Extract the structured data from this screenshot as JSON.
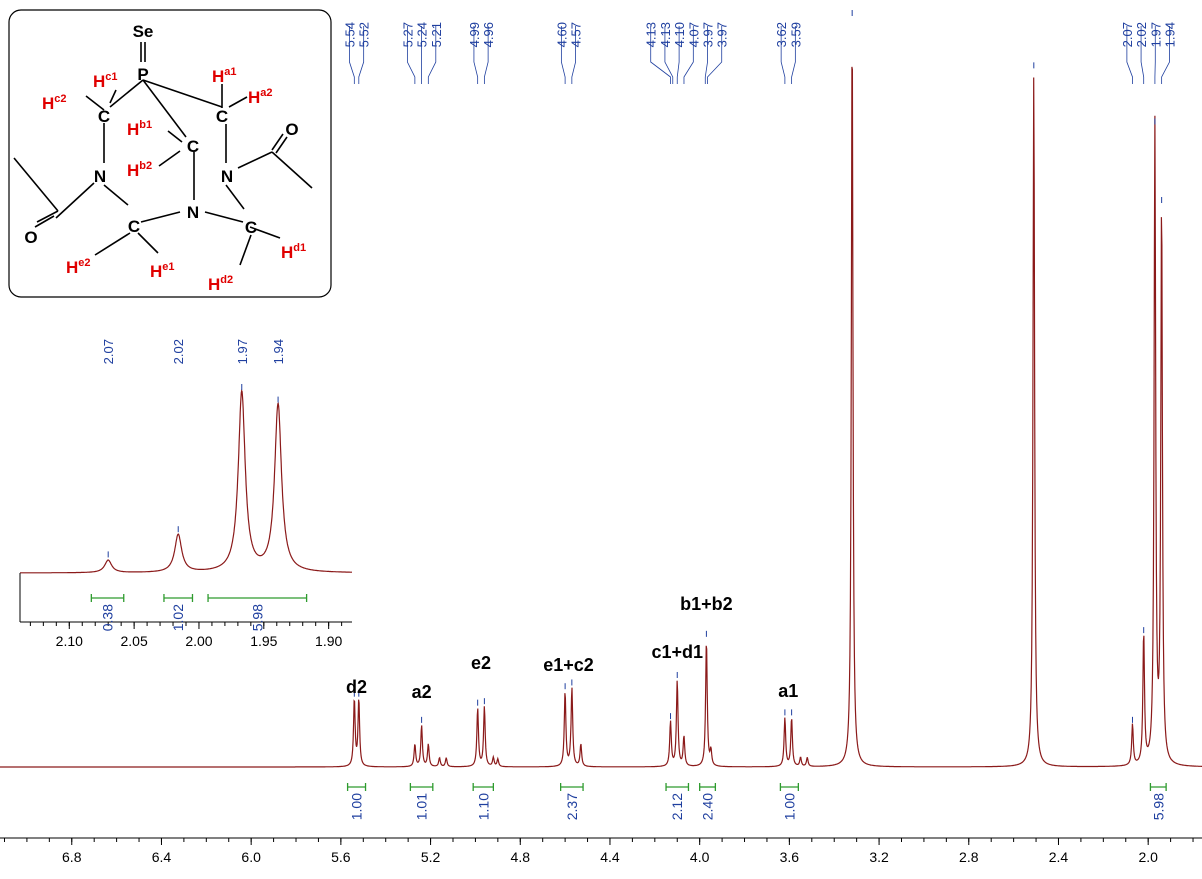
{
  "colors": {
    "spectrum": "#8b1a1a",
    "peak_labels": "#1f3f9f",
    "integrals": "#2e9b2e",
    "hydrogen": "#e00000"
  },
  "structure": {
    "atoms": {
      "se": "Se",
      "p": "P",
      "c_a": "C",
      "c_b": "C",
      "c_c": "C",
      "c_d": "C",
      "c_e": "C",
      "n_left": "N",
      "n_mid": "N",
      "n_right": "N",
      "o_left": "O",
      "o_right": "O"
    },
    "hydrogens": {
      "a1": {
        "h": "H",
        "sup": "a1"
      },
      "a2": {
        "h": "H",
        "sup": "a2"
      },
      "b1": {
        "h": "H",
        "sup": "b1"
      },
      "b2": {
        "h": "H",
        "sup": "b2"
      },
      "c1": {
        "h": "H",
        "sup": "c1"
      },
      "c2": {
        "h": "H",
        "sup": "c2"
      },
      "d1": {
        "h": "H",
        "sup": "d1"
      },
      "d2": {
        "h": "H",
        "sup": "d2"
      },
      "e1": {
        "h": "H",
        "sup": "e1"
      },
      "e2": {
        "h": "H",
        "sup": "e2"
      }
    }
  },
  "chart_data": [
    {
      "type": "line",
      "id": "main-spectrum",
      "title": "",
      "xlabel": "",
      "ylabel": "",
      "xlim": [
        7.12,
        1.76
      ],
      "x_reversed": true,
      "x_ticks": [
        "6.8",
        "6.4",
        "6.0",
        "5.6",
        "5.2",
        "4.8",
        "4.4",
        "4.0",
        "3.6",
        "3.2",
        "2.8",
        "2.4",
        "2.0"
      ],
      "x_tick_values": [
        6.8,
        6.4,
        6.0,
        5.6,
        5.2,
        4.8,
        4.4,
        4.0,
        3.6,
        3.2,
        2.8,
        2.4,
        2.0
      ],
      "grid": false,
      "peaks": [
        {
          "ppm": 5.54,
          "height": 0.09
        },
        {
          "ppm": 5.52,
          "height": 0.09
        },
        {
          "ppm": 5.27,
          "height": 0.03
        },
        {
          "ppm": 5.24,
          "height": 0.055
        },
        {
          "ppm": 5.21,
          "height": 0.03
        },
        {
          "ppm": 5.16,
          "height": 0.012
        },
        {
          "ppm": 5.13,
          "height": 0.012
        },
        {
          "ppm": 4.99,
          "height": 0.078
        },
        {
          "ppm": 4.96,
          "height": 0.08
        },
        {
          "ppm": 4.92,
          "height": 0.012
        },
        {
          "ppm": 4.9,
          "height": 0.01
        },
        {
          "ppm": 4.6,
          "height": 0.1
        },
        {
          "ppm": 4.57,
          "height": 0.105
        },
        {
          "ppm": 4.53,
          "height": 0.03
        },
        {
          "ppm": 4.13,
          "height": 0.06
        },
        {
          "ppm": 4.1,
          "height": 0.115
        },
        {
          "ppm": 4.07,
          "height": 0.04
        },
        {
          "ppm": 3.97,
          "height": 0.17
        },
        {
          "ppm": 3.95,
          "height": 0.02
        },
        {
          "ppm": 3.62,
          "height": 0.065
        },
        {
          "ppm": 3.59,
          "height": 0.065
        },
        {
          "ppm": 3.55,
          "height": 0.012
        },
        {
          "ppm": 3.52,
          "height": 0.012
        },
        {
          "ppm": 3.32,
          "height": 1.0
        },
        {
          "ppm": 2.51,
          "height": 0.93
        },
        {
          "ppm": 2.07,
          "height": 0.055
        },
        {
          "ppm": 2.02,
          "height": 0.175
        },
        {
          "ppm": 1.97,
          "height": 0.855
        },
        {
          "ppm": 1.94,
          "height": 0.75
        }
      ],
      "peak_label_groups": [
        {
          "labels": [
            "5.54",
            "5.52"
          ],
          "ppm": [
            5.54,
            5.52
          ]
        },
        {
          "labels": [
            "5.27",
            "5.24",
            "5.21"
          ],
          "ppm": [
            5.27,
            5.24,
            5.21
          ]
        },
        {
          "labels": [
            "4.99",
            "4.96"
          ],
          "ppm": [
            4.99,
            4.96
          ]
        },
        {
          "labels": [
            "4.60",
            "4.57"
          ],
          "ppm": [
            4.6,
            4.57
          ]
        },
        {
          "labels": [
            "4.13",
            "4.13",
            "4.10",
            "4.07",
            "3.97",
            "3.97"
          ],
          "ppm": [
            4.13,
            4.12,
            4.1,
            4.07,
            3.975,
            3.965
          ]
        },
        {
          "labels": [
            "3.62",
            "3.59"
          ],
          "ppm": [
            3.62,
            3.59
          ]
        },
        {
          "labels": [
            "2.07",
            "2.02",
            "1.97",
            "1.94"
          ],
          "ppm": [
            2.07,
            2.02,
            1.97,
            1.94
          ]
        }
      ],
      "integrals": [
        {
          "value": "1.00",
          "from": 5.57,
          "to": 5.49
        },
        {
          "value": "1.01",
          "from": 5.29,
          "to": 5.19
        },
        {
          "value": "1.10",
          "from": 5.01,
          "to": 4.92
        },
        {
          "value": "2.37",
          "from": 4.62,
          "to": 4.52
        },
        {
          "value": "2.12",
          "from": 4.15,
          "to": 4.05
        },
        {
          "value": "2.40",
          "from": 4.0,
          "to": 3.93
        },
        {
          "value": "1.00",
          "from": 3.64,
          "to": 3.56
        },
        {
          "value": "5.98",
          "from": 1.99,
          "to": 1.92
        }
      ],
      "assignments": [
        {
          "label": "d2",
          "ppm": 5.53
        },
        {
          "label": "a2",
          "ppm": 5.24
        },
        {
          "label": "e2",
          "ppm": 4.975
        },
        {
          "label": "e1+c2",
          "ppm": 4.585
        },
        {
          "label": "c1+d1",
          "ppm": 4.1
        },
        {
          "label": "b1+b2",
          "ppm": 3.97
        },
        {
          "label": "a1",
          "ppm": 3.605
        }
      ]
    },
    {
      "type": "line",
      "id": "inset-spectrum",
      "title": "",
      "xlabel": "",
      "ylabel": "",
      "xlim": [
        2.138,
        1.882
      ],
      "x_reversed": true,
      "x_ticks": [
        "2.10",
        "2.05",
        "2.00",
        "1.95",
        "1.90"
      ],
      "x_tick_values": [
        2.1,
        2.05,
        2.0,
        1.95,
        1.9
      ],
      "grid": false,
      "peaks": [
        {
          "ppm": 2.07,
          "height": 0.07
        },
        {
          "ppm": 2.016,
          "height": 0.21
        },
        {
          "ppm": 1.967,
          "height": 1.0
        },
        {
          "ppm": 1.939,
          "height": 0.93
        }
      ],
      "peak_labels": [
        {
          "label": "2.07",
          "ppm": 2.07
        },
        {
          "label": "2.02",
          "ppm": 2.016
        },
        {
          "label": "1.97",
          "ppm": 1.967
        },
        {
          "label": "1.94",
          "ppm": 1.939
        }
      ],
      "integrals": [
        {
          "value": "0.38",
          "from": 2.083,
          "to": 2.058
        },
        {
          "value": "1.02",
          "from": 2.027,
          "to": 2.005
        },
        {
          "value": "5.98",
          "from": 1.993,
          "to": 1.917
        }
      ]
    }
  ]
}
